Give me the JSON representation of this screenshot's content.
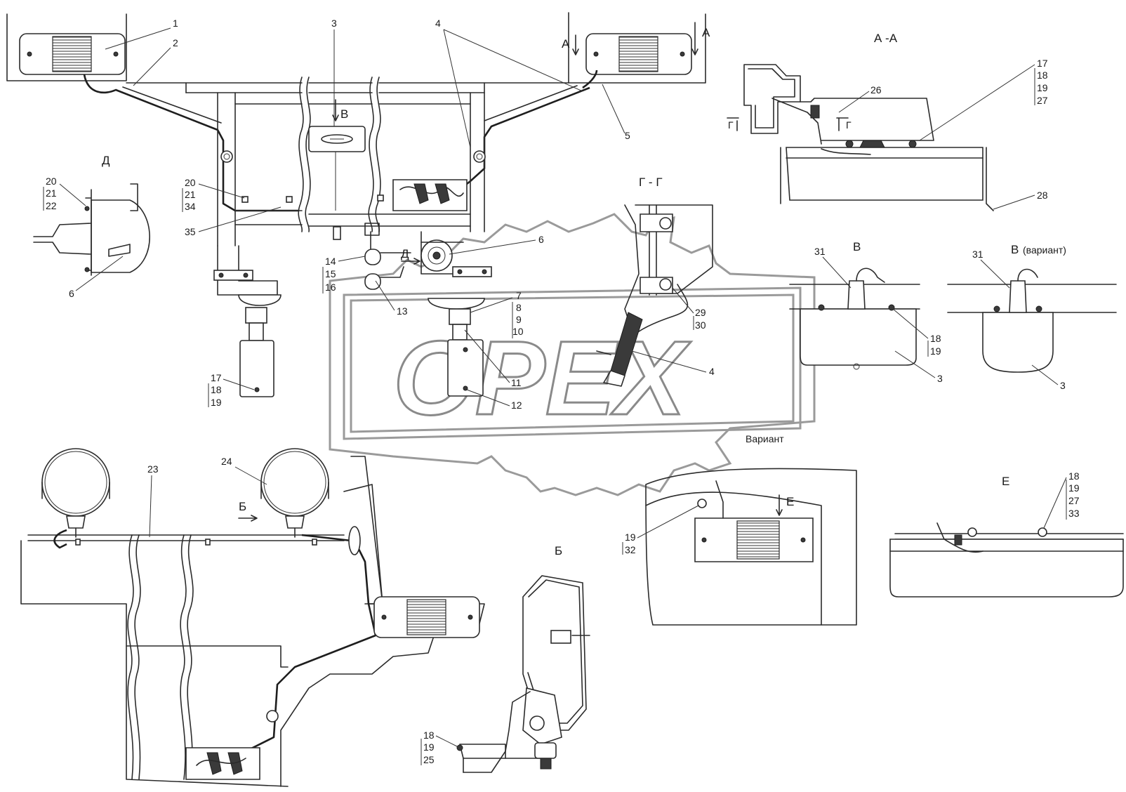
{
  "watermark": {
    "text": "OPEX"
  },
  "views": {
    "aa": "А -А",
    "gg": "Г - Г",
    "d": "Д",
    "v": "В",
    "v_variant": "В",
    "v_variant_note": "(вариант)",
    "e": "Е",
    "b": "Б",
    "variant": "Вариант",
    "arrow_a": "А",
    "arrow_v": "В",
    "arrow_d": "Д",
    "arrow_b": "Б",
    "arrow_e": "Е",
    "arrow_g": "Г"
  },
  "callouts": {
    "c1": "1",
    "c2": "2",
    "c3": "3",
    "c4": "4",
    "c5": "5",
    "c6": "6",
    "c6b": "6",
    "c4b": "4",
    "c3b": "3",
    "c3c": "3",
    "c7": "7",
    "c8": "8",
    "c9": "9",
    "c10": "10",
    "c11": "11",
    "c12": "12",
    "c13": "13",
    "c14": "14",
    "c15": "15",
    "c16": "16",
    "c17a": "17",
    "c18a": "18",
    "c19a": "19",
    "c17b": "17",
    "c18b": "18",
    "c19b": "19",
    "c27b": "27",
    "c18c": "18",
    "c19c": "19",
    "c18d": "18",
    "c19d": "19",
    "c27d": "27",
    "c33d": "33",
    "c18e": "18",
    "c19e": "19",
    "c25e": "25",
    "c19f": "19",
    "c32f": "32",
    "c20a": "20",
    "c21a": "21",
    "c22a": "22",
    "c20b": "20",
    "c21b": "21",
    "c34b": "34",
    "c23": "23",
    "c24": "24",
    "c26": "26",
    "c28": "28",
    "c29": "29",
    "c30": "30",
    "c31a": "31",
    "c31b": "31",
    "c35": "35"
  },
  "icons": [
    "rear-lamp-icon",
    "license-plate-lamp-icon",
    "work-light-icon",
    "connector-block-icon",
    "socket-icon"
  ]
}
